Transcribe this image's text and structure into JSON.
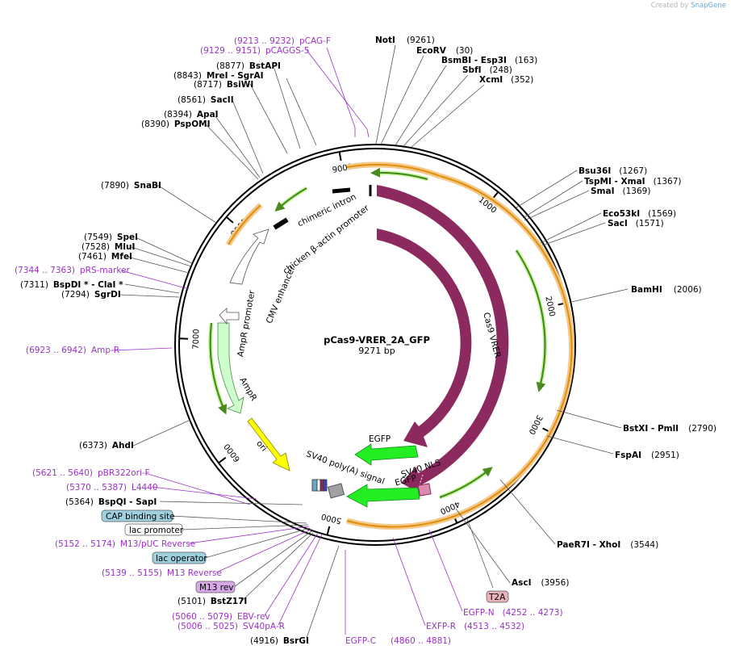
{
  "credit": {
    "prefix": "Created by",
    "brand": "SnapGene"
  },
  "plasmid": {
    "name": "pCas9-VRER_2A_GFP",
    "size": "9271 bp"
  },
  "ticks": [
    "1000",
    "2000",
    "3000",
    "4000",
    "5000",
    "6000",
    "7000",
    "8000",
    "9000"
  ],
  "features": [
    {
      "id": "cas9",
      "label": "Cas9",
      "color": "#8c2a5f"
    },
    {
      "id": "cas9vrer",
      "label": "Cas9 VRER",
      "color": "#8c2a5f"
    },
    {
      "id": "egfp1",
      "label": "EGFP",
      "color": "#22ee22"
    },
    {
      "id": "egfp2",
      "label": "EGFP",
      "color": "#22ee22"
    },
    {
      "id": "sv40nls",
      "label": "SV40 NLS",
      "color": "#8c2a5f"
    },
    {
      "id": "sv40polya",
      "label": "SV40 poly(A) signal",
      "color": "#a0a0a0"
    },
    {
      "id": "ori",
      "label": "ori",
      "color": "#ffff00"
    },
    {
      "id": "ampr",
      "label": "AmpR",
      "color": "#ccffcc"
    },
    {
      "id": "amprprom",
      "label": "AmpR promoter",
      "color": "#ffffff"
    },
    {
      "id": "cmv",
      "label": "CMV enhancer",
      "color": "#ffffff"
    },
    {
      "id": "cba",
      "label": "chicken β-actin promoter",
      "color": "#ffffff"
    },
    {
      "id": "intron",
      "label": "chimeric intron",
      "color": "#ffffff"
    }
  ],
  "left_labels": [
    {
      "id": "pcagf",
      "pos": "(9213 .. 9232)",
      "name": "pCAG-F",
      "kind": "primer"
    },
    {
      "id": "pcaggs5",
      "pos": "(9129 .. 9151)",
      "name": "pCAGGS-5",
      "kind": "primer"
    },
    {
      "id": "bstapi",
      "pos": "(8877)",
      "name": "BstAPI",
      "kind": "enzyme"
    },
    {
      "id": "mrei",
      "pos": "(8843)",
      "name": "MreI  - SgrAI",
      "kind": "enzyme"
    },
    {
      "id": "bsiwi",
      "pos": "(8717)",
      "name": "BsiWI",
      "kind": "enzyme"
    },
    {
      "id": "sacii",
      "pos": "(8561)",
      "name": "SacII",
      "kind": "enzyme"
    },
    {
      "id": "apai",
      "pos": "(8394)",
      "name": "ApaI",
      "kind": "enzyme"
    },
    {
      "id": "pspomi",
      "pos": "(8390)",
      "name": "PspOMI",
      "kind": "enzyme"
    },
    {
      "id": "snabi",
      "pos": "(7890)",
      "name": "SnaBI",
      "kind": "enzyme"
    },
    {
      "id": "spei",
      "pos": "(7549)",
      "name": "SpeI",
      "kind": "enzyme"
    },
    {
      "id": "mlui",
      "pos": "(7528)",
      "name": "MluI",
      "kind": "enzyme"
    },
    {
      "id": "mfei",
      "pos": "(7461)",
      "name": "MfeI",
      "kind": "enzyme"
    },
    {
      "id": "prsmarker",
      "pos": "(7344 .. 7363)",
      "name": "pRS-marker",
      "kind": "primer"
    },
    {
      "id": "bspdi",
      "pos": "(7311)",
      "name": "BspDI *  - ClaI *",
      "kind": "enzyme"
    },
    {
      "id": "sgrdi",
      "pos": "(7294)",
      "name": "SgrDI",
      "kind": "enzyme"
    },
    {
      "id": "ampr_p",
      "pos": "(6923 .. 6942)",
      "name": "Amp-R",
      "kind": "primer"
    },
    {
      "id": "ahdi",
      "pos": "(6373)",
      "name": "AhdI",
      "kind": "enzyme"
    },
    {
      "id": "pbr322",
      "pos": "(5621 .. 5640)",
      "name": "pBR322ori-F",
      "kind": "primer"
    },
    {
      "id": "l4440",
      "pos": "(5370 .. 5387)",
      "name": "L4440",
      "kind": "primer"
    },
    {
      "id": "bspqi",
      "pos": "(5364)",
      "name": "BspQI  - SapI",
      "kind": "enzyme"
    },
    {
      "id": "m13puc",
      "pos": "(5152 .. 5174)",
      "name": "M13/pUC Reverse",
      "kind": "primer"
    },
    {
      "id": "m13rev",
      "pos": "(5139 .. 5155)",
      "name": "M13 Reverse",
      "kind": "primer"
    },
    {
      "id": "bstz17i",
      "pos": "(5101)",
      "name": "BstZ17I",
      "kind": "enzyme"
    },
    {
      "id": "ebvrev",
      "pos": "(5060 .. 5079)",
      "name": "EBV-rev",
      "kind": "primer"
    },
    {
      "id": "sv40par",
      "pos": "(5006 .. 5025)",
      "name": "SV40pA-R",
      "kind": "primer"
    }
  ],
  "right_labels": [
    {
      "id": "noti",
      "name": "NotI",
      "pos": "(9261)",
      "kind": "enzyme"
    },
    {
      "id": "ecorv",
      "name": "EcoRV",
      "pos": "(30)",
      "kind": "enzyme"
    },
    {
      "id": "bsmbi",
      "name": "BsmBI   - Esp3I",
      "pos": "(163)",
      "kind": "enzyme"
    },
    {
      "id": "sbfi",
      "name": "SbfI",
      "pos": "(248)",
      "kind": "enzyme"
    },
    {
      "id": "xcmi",
      "name": "XcmI",
      "pos": "(352)",
      "kind": "enzyme"
    },
    {
      "id": "bsu36i",
      "name": "Bsu36I",
      "pos": "(1267)",
      "kind": "enzyme"
    },
    {
      "id": "tspmi",
      "name": "TspMI  - XmaI",
      "pos": "(1367)",
      "kind": "enzyme"
    },
    {
      "id": "smai",
      "name": "SmaI",
      "pos": "(1369)",
      "kind": "enzyme"
    },
    {
      "id": "eco53ki",
      "name": "Eco53kI",
      "pos": "(1569)",
      "kind": "enzyme"
    },
    {
      "id": "saci",
      "name": "SacI",
      "pos": "(1571)",
      "kind": "enzyme"
    },
    {
      "id": "bamhi",
      "name": "BamHI",
      "pos": "(2006)",
      "kind": "enzyme"
    },
    {
      "id": "bstxi",
      "name": "BstXI   - PmlI",
      "pos": "(2790)",
      "kind": "enzyme"
    },
    {
      "id": "fspai",
      "name": "FspAI",
      "pos": "(2951)",
      "kind": "enzyme"
    },
    {
      "id": "paer7i",
      "name": "PaeR7I   - XhoI",
      "pos": "(3544)",
      "kind": "enzyme"
    },
    {
      "id": "asci",
      "name": "AscI",
      "pos": "(3956)",
      "kind": "enzyme"
    },
    {
      "id": "egfpn",
      "name": "EGFP-N",
      "pos": "(4252 .. 4273)",
      "kind": "primer"
    },
    {
      "id": "exfpr",
      "name": "EXFP-R",
      "pos": "(4513 .. 4532)",
      "kind": "primer"
    }
  ],
  "bottom_labels": [
    {
      "id": "bsrgi",
      "pos": "(4916)",
      "name": "BsrGI"
    },
    {
      "id": "egfpc",
      "name": "EGFP-C",
      "pos": "(4860 .. 4881)"
    }
  ],
  "boxed_labels": [
    {
      "id": "cap",
      "text": "CAP binding site",
      "bg": "#9fd0df"
    },
    {
      "id": "lacprom",
      "text": "lac promoter",
      "bg": "#ffffff"
    },
    {
      "id": "lacop",
      "text": "lac operator",
      "bg": "#9fd0df"
    },
    {
      "id": "m13revbox",
      "text": "M13 rev",
      "bg": "#d9a8e8"
    },
    {
      "id": "t2a",
      "text": "T2A",
      "bg": "#e6b3b8"
    }
  ]
}
